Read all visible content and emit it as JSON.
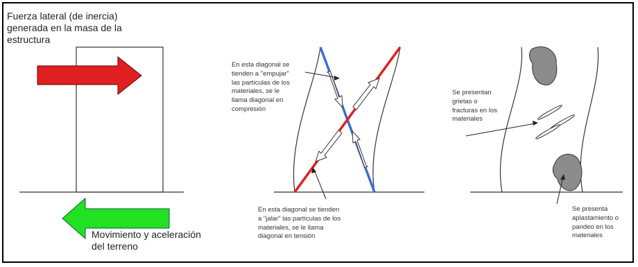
{
  "panel_1": {
    "top_label": "Fuerza lateral (de inercia)\ngenerada en la masa de la\nestructura",
    "bottom_label": "Movimiento y aceleración\ndel terreno",
    "arrow_right_color": "#e02020",
    "arrow_left_color": "#22e022"
  },
  "panel_2": {
    "compression_label": "En esta diagonal se\ntienden a \"empujar\"\nlas partículas de los\nmateriales, se le\nllama diagonal en\ncompresión",
    "tension_label": "En esta diagonal se tienden\na \"jalar\" las partículas de los\nmateriales, se le llama\ndiagonal en tensión",
    "compression_color": "#3a6fd8",
    "tension_color": "#e02020"
  },
  "panel_3": {
    "cracks_label": "Se presentan\ngrietas o\nfracturas en los\nmateriales",
    "crushing_label": "Se presenta\naplastamiento o\npandeo en los\nmateriales",
    "crush_fill": "#8c8c8c"
  }
}
